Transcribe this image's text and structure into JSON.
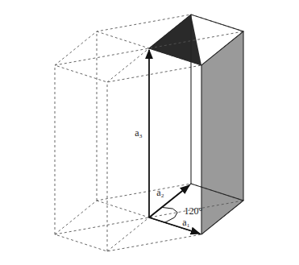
{
  "diagram": {
    "labels": [
      "a₃",
      "a₂",
      "120°",
      "a₁"
    ]
  }
}
